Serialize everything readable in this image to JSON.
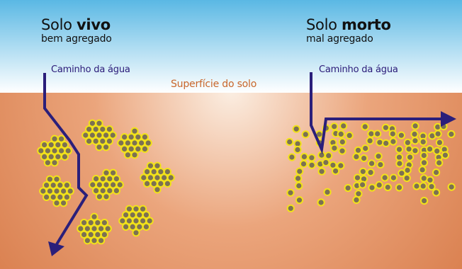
{
  "left": {
    "title_prefix": "Solo ",
    "title_bold": "vivo",
    "subtitle": "bem agregado",
    "path_label": "Caminho da água"
  },
  "right": {
    "title_prefix": "Solo ",
    "title_bold": "morto",
    "subtitle": "mal agregado",
    "path_label": "Caminho da água"
  },
  "surface_label": "Superfície do solo",
  "colors": {
    "sky_top": "#5ab8e4",
    "sky_bottom": "#ffffff",
    "soil_light": "#fbeee2",
    "soil_mid": "#eba57c",
    "soil_dark": "#d77a48",
    "particle_fill": "#7c7152",
    "particle_ring": "#f2e21a",
    "arrow": "#2b1f7a"
  }
}
